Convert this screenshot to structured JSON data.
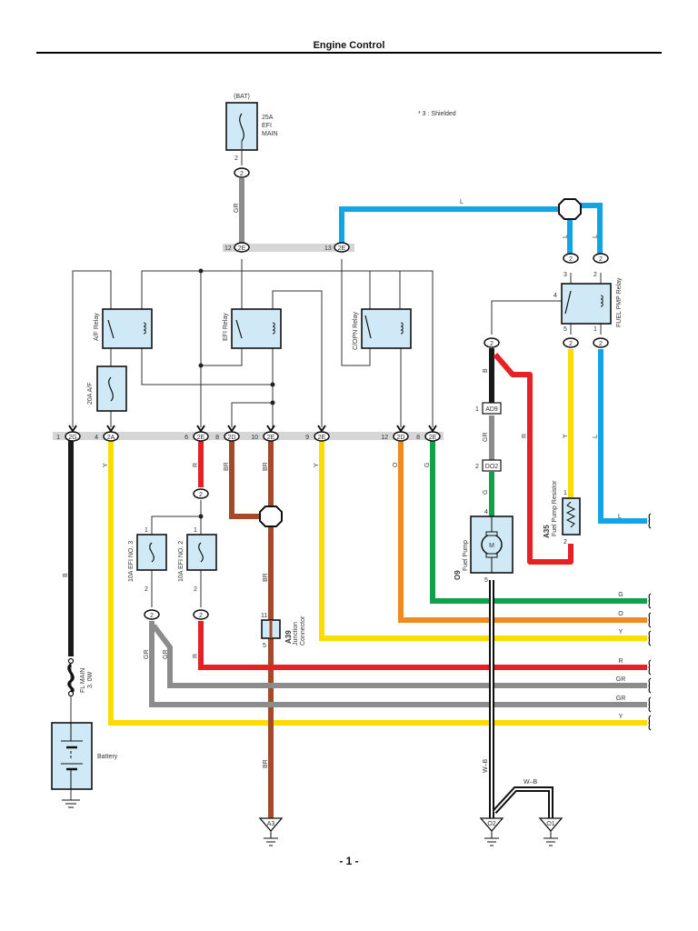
{
  "page": {
    "title": "Engine Control",
    "page_number": "- 1 -",
    "note": "* 3 : Shielded"
  },
  "colors": {
    "GR": "#8c8c8c",
    "L": "#12a5e6",
    "B": "#1a1a1a",
    "Y": "#ffdc00",
    "R": "#e62126",
    "BR": "#a44a26",
    "O": "#f08a1c",
    "G": "#12a14a",
    "bus": "#d6d6d6",
    "component_fill": "#cfeaf6"
  },
  "components": {
    "efi_main_fuse": {
      "source": "(BAT)",
      "label_lines": [
        "25A",
        "EFI",
        "MAIN"
      ],
      "pin": "2",
      "connector": "2"
    },
    "af_relay": {
      "label": "A/F Relay"
    },
    "af_fuse": {
      "label": "20A A/F"
    },
    "efi_relay": {
      "label": "EFI Relay"
    },
    "copn_relay": {
      "label": "C/OPN Relay"
    },
    "fuel_pmp_relay": {
      "label": "FUEL PMP Relay",
      "pins": {
        "p3": "3",
        "p2": "2",
        "p4": "4",
        "p5": "5",
        "p1": "1"
      }
    },
    "efi_no3_fuse": {
      "label": "10A EFI NO. 3",
      "pin_in": "1",
      "pin_out": "2"
    },
    "efi_no2_fuse": {
      "label": "10A EFI NO. 2",
      "pin_in": "1",
      "pin_out": "2"
    },
    "junction_connector": {
      "code": "A39",
      "label_lines": [
        "Junction",
        "Connector"
      ],
      "pin_top": "11",
      "pin_bottom": "5"
    },
    "fuel_pump": {
      "code": "O9",
      "label": "Fuel Pump",
      "pin_top": "4",
      "pin_bottom": "5",
      "motor_symbol": "M"
    },
    "fuel_pump_resistor": {
      "code": "A35",
      "label": "Fuel Pump Resistor",
      "pin_top": "1",
      "pin_bottom": "2"
    },
    "fl_main": {
      "label_lines": [
        "FL MAIN",
        "3. 0W"
      ]
    },
    "battery": {
      "label": "Battery"
    }
  },
  "connectors": {
    "top_bus": [
      {
        "pin": "12",
        "code": "2E"
      },
      {
        "pin": "13",
        "code": "2E"
      }
    ],
    "mid_bus": [
      {
        "pin": "1",
        "code": "2G",
        "wire": "B"
      },
      {
        "pin": "4",
        "code": "2A",
        "wire": "Y"
      },
      {
        "pin": "6",
        "code": "2E",
        "wire": "R"
      },
      {
        "pin": "8",
        "code": "2D",
        "wire": "BR"
      },
      {
        "pin": "10",
        "code": "2E",
        "wire": "BR"
      },
      {
        "pin": "9",
        "code": "2E",
        "wire": "Y"
      },
      {
        "pin": "12",
        "code": "2D",
        "wire": "O"
      },
      {
        "pin": "8",
        "code": "2E",
        "wire": "G"
      }
    ],
    "ad9": {
      "pin": "1",
      "code": "AD9"
    },
    "do2": {
      "pin": "2",
      "code": "DO2"
    },
    "relay_conn": "2",
    "r_conn": "2",
    "fuse_out_conn": "2"
  },
  "wire_labels": {
    "gr_top": "GR",
    "l_top": "L",
    "l_relay_a": "L",
    "l_relay_b": "L",
    "b_pump": "B",
    "gr_pump": "GR",
    "g_pump": "G",
    "r_pump": "R",
    "y_relay": "Y",
    "l_relay_out": "L",
    "b_main": "B",
    "y_main": "Y",
    "r_main": "R",
    "br_a": "BR",
    "br_b": "BR",
    "br_junction": "BR",
    "br_lower": "BR",
    "y_9": "Y",
    "o_12": "O",
    "g_8": "G",
    "gr_fuse_a": "GR",
    "gr_fuse_b": "GR",
    "r_fuse": "R",
    "wb_vertical": "W–B",
    "wb_horizontal": "W–B"
  },
  "edge_wires": [
    "L",
    "G",
    "O",
    "Y",
    "R",
    "GR",
    "GR",
    "Y"
  ],
  "grounds": [
    "A3",
    "O2",
    "O1"
  ]
}
